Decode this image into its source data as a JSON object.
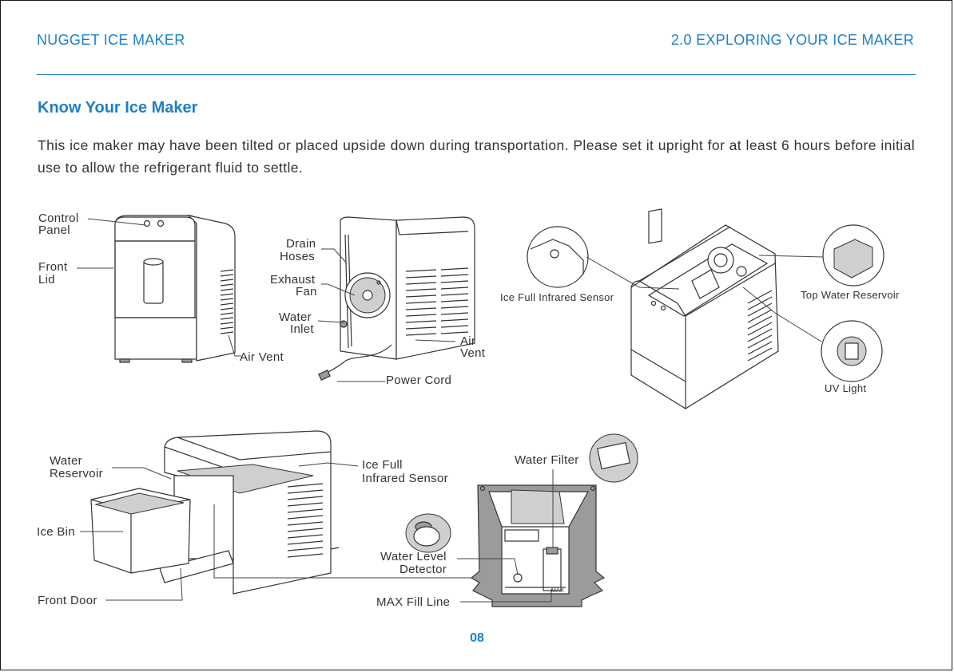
{
  "header": {
    "left": "NUGGET ICE MAKER",
    "right": "2.0 EXPLORING YOUR ICE MAKER"
  },
  "section": {
    "title": "Know Your Ice Maker",
    "intro": "This ice maker may have been tilted or placed upside down during transportation. Please set it upright for at least 6 hours before initial use to allow the refrigerant fluid to settle."
  },
  "labels": {
    "control_panel_1": "Control",
    "control_panel_2": "Panel",
    "front_lid_1": "Front",
    "front_lid_2": "Lid",
    "air_vent_front": "Air Vent",
    "drain_hoses_1": "Drain",
    "drain_hoses_2": "Hoses",
    "exhaust_fan_1": "Exhaust",
    "exhaust_fan_2": "Fan",
    "water_inlet_1": "Water",
    "water_inlet_2": "Inlet",
    "air_vent_back_1": "Air",
    "air_vent_back_2": "Vent",
    "power_cord": "Power Cord",
    "ice_full_sensor_top": "Ice Full Infrared Sensor",
    "top_water_reservoir": "Top Water Reservoir",
    "uv_light": "UV Light",
    "water_reservoir_1": "Water",
    "water_reservoir_2": "Reservoir",
    "ice_bin": "Ice Bin",
    "front_door": "Front Door",
    "ice_full_sensor_1": "Ice Full",
    "ice_full_sensor_2": "Infrared Sensor",
    "water_filter": "Water Filter",
    "water_level_1": "Water Level",
    "water_level_2": "Detector",
    "max_fill_line": "MAX Fill Line",
    "max_mark": "MAX"
  },
  "page_number": "08"
}
